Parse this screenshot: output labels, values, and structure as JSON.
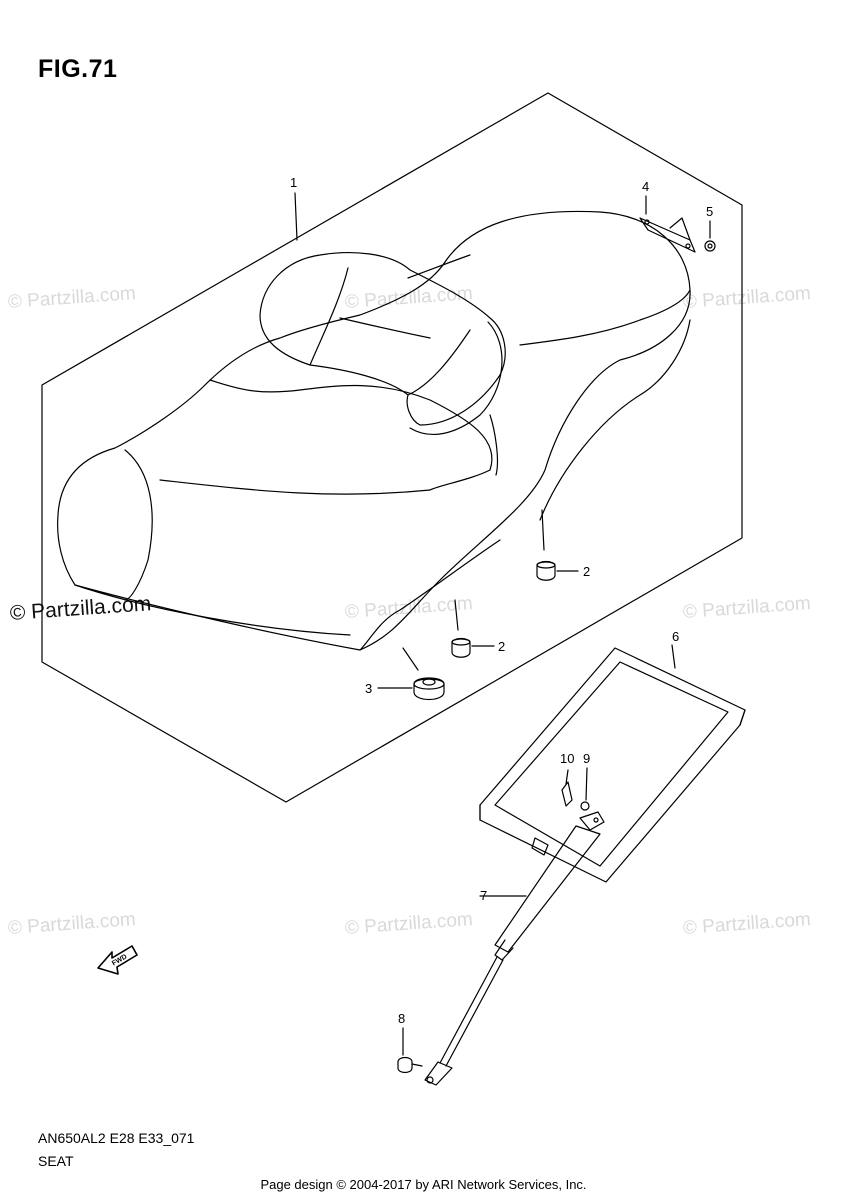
{
  "figure": {
    "title": "FIG.71",
    "code": "AN650AL2 E28 E33_071",
    "caption": "SEAT"
  },
  "callouts": [
    "1",
    "2",
    "2",
    "3",
    "4",
    "5",
    "6",
    "7",
    "8",
    "9",
    "10"
  ],
  "fwd_label": "FWD",
  "watermark": {
    "text": "© Partzilla.com",
    "strong_text": "© Partzilla.com"
  },
  "footer": "Page design © 2004-2017 by ARI Network Services, Inc."
}
